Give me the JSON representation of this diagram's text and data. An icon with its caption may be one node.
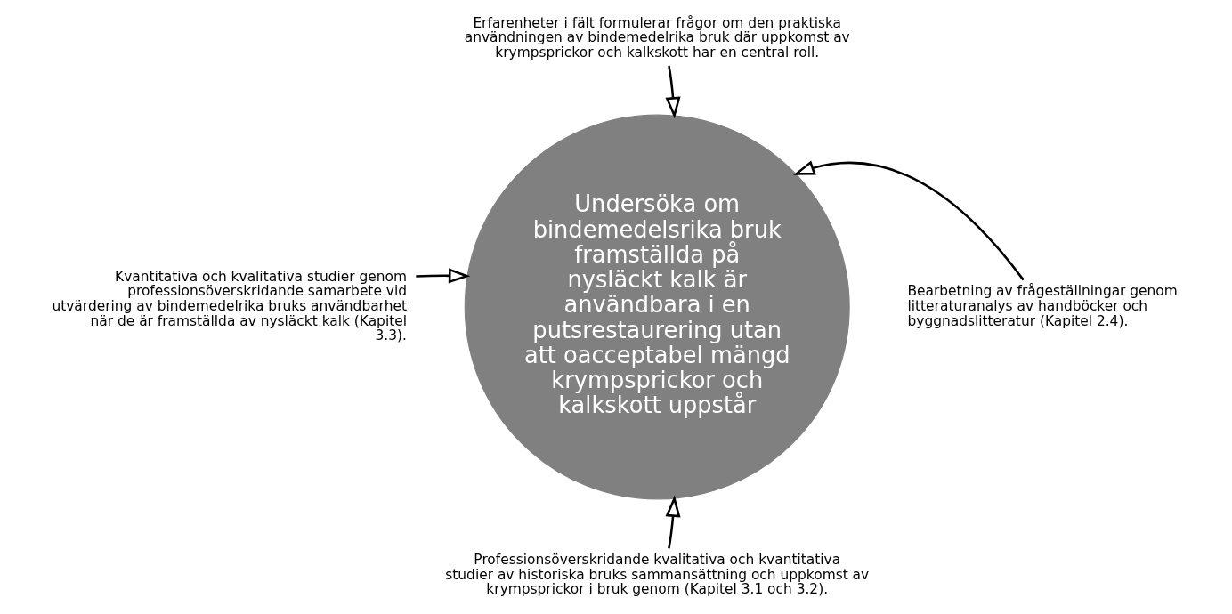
{
  "diagram": {
    "nodes": [
      {
        "text": [
          "Erfarenheter i fält formulerar frågor om den praktiska användningen av bindemedelrika bruk där uppkomst av krympsprickor och kalkskott har en central roll."
        ]
      },
      {
        "text": [
          "Kvantitativa och kvalitativa studier genom professionsöverskridande samarbete vid utvärdering av bindemedelrika bruks användbarhet när de är framställda av nysläckt kalk (Kapitel 3.3)."
        ]
      },
      {
        "text": [
          "Undersöka om bindemedelsrika bruk framställda på nysläckt kalk är användbara i en putsrestaurering utan att oacceptabel mängd krympsprickor och kalkskott uppstår"
        ]
      },
      {
        "text": [
          "Bearbetning av frågeställningar genom litteraturanalys av handböcker och byggnadslitteratur (Kapitel 2.4)."
        ]
      },
      {
        "text": [
          "Professionsöverskridande kvalitativa och kvantitativa studier av historiska bruks sammansättning och uppkomst av krympsprickor i bruk genom (Kapitel 3.1 och 3.2)."
        ]
      }
    ],
    "edges": [
      {
        "from": 0,
        "to": 2,
        "arrow": "to"
      },
      {
        "from": 1,
        "to": 2,
        "arrow": "to"
      },
      {
        "from": 3,
        "to": 2,
        "arrow": "to"
      },
      {
        "from": 4,
        "to": 2,
        "arrow": "to"
      }
    ]
  }
}
